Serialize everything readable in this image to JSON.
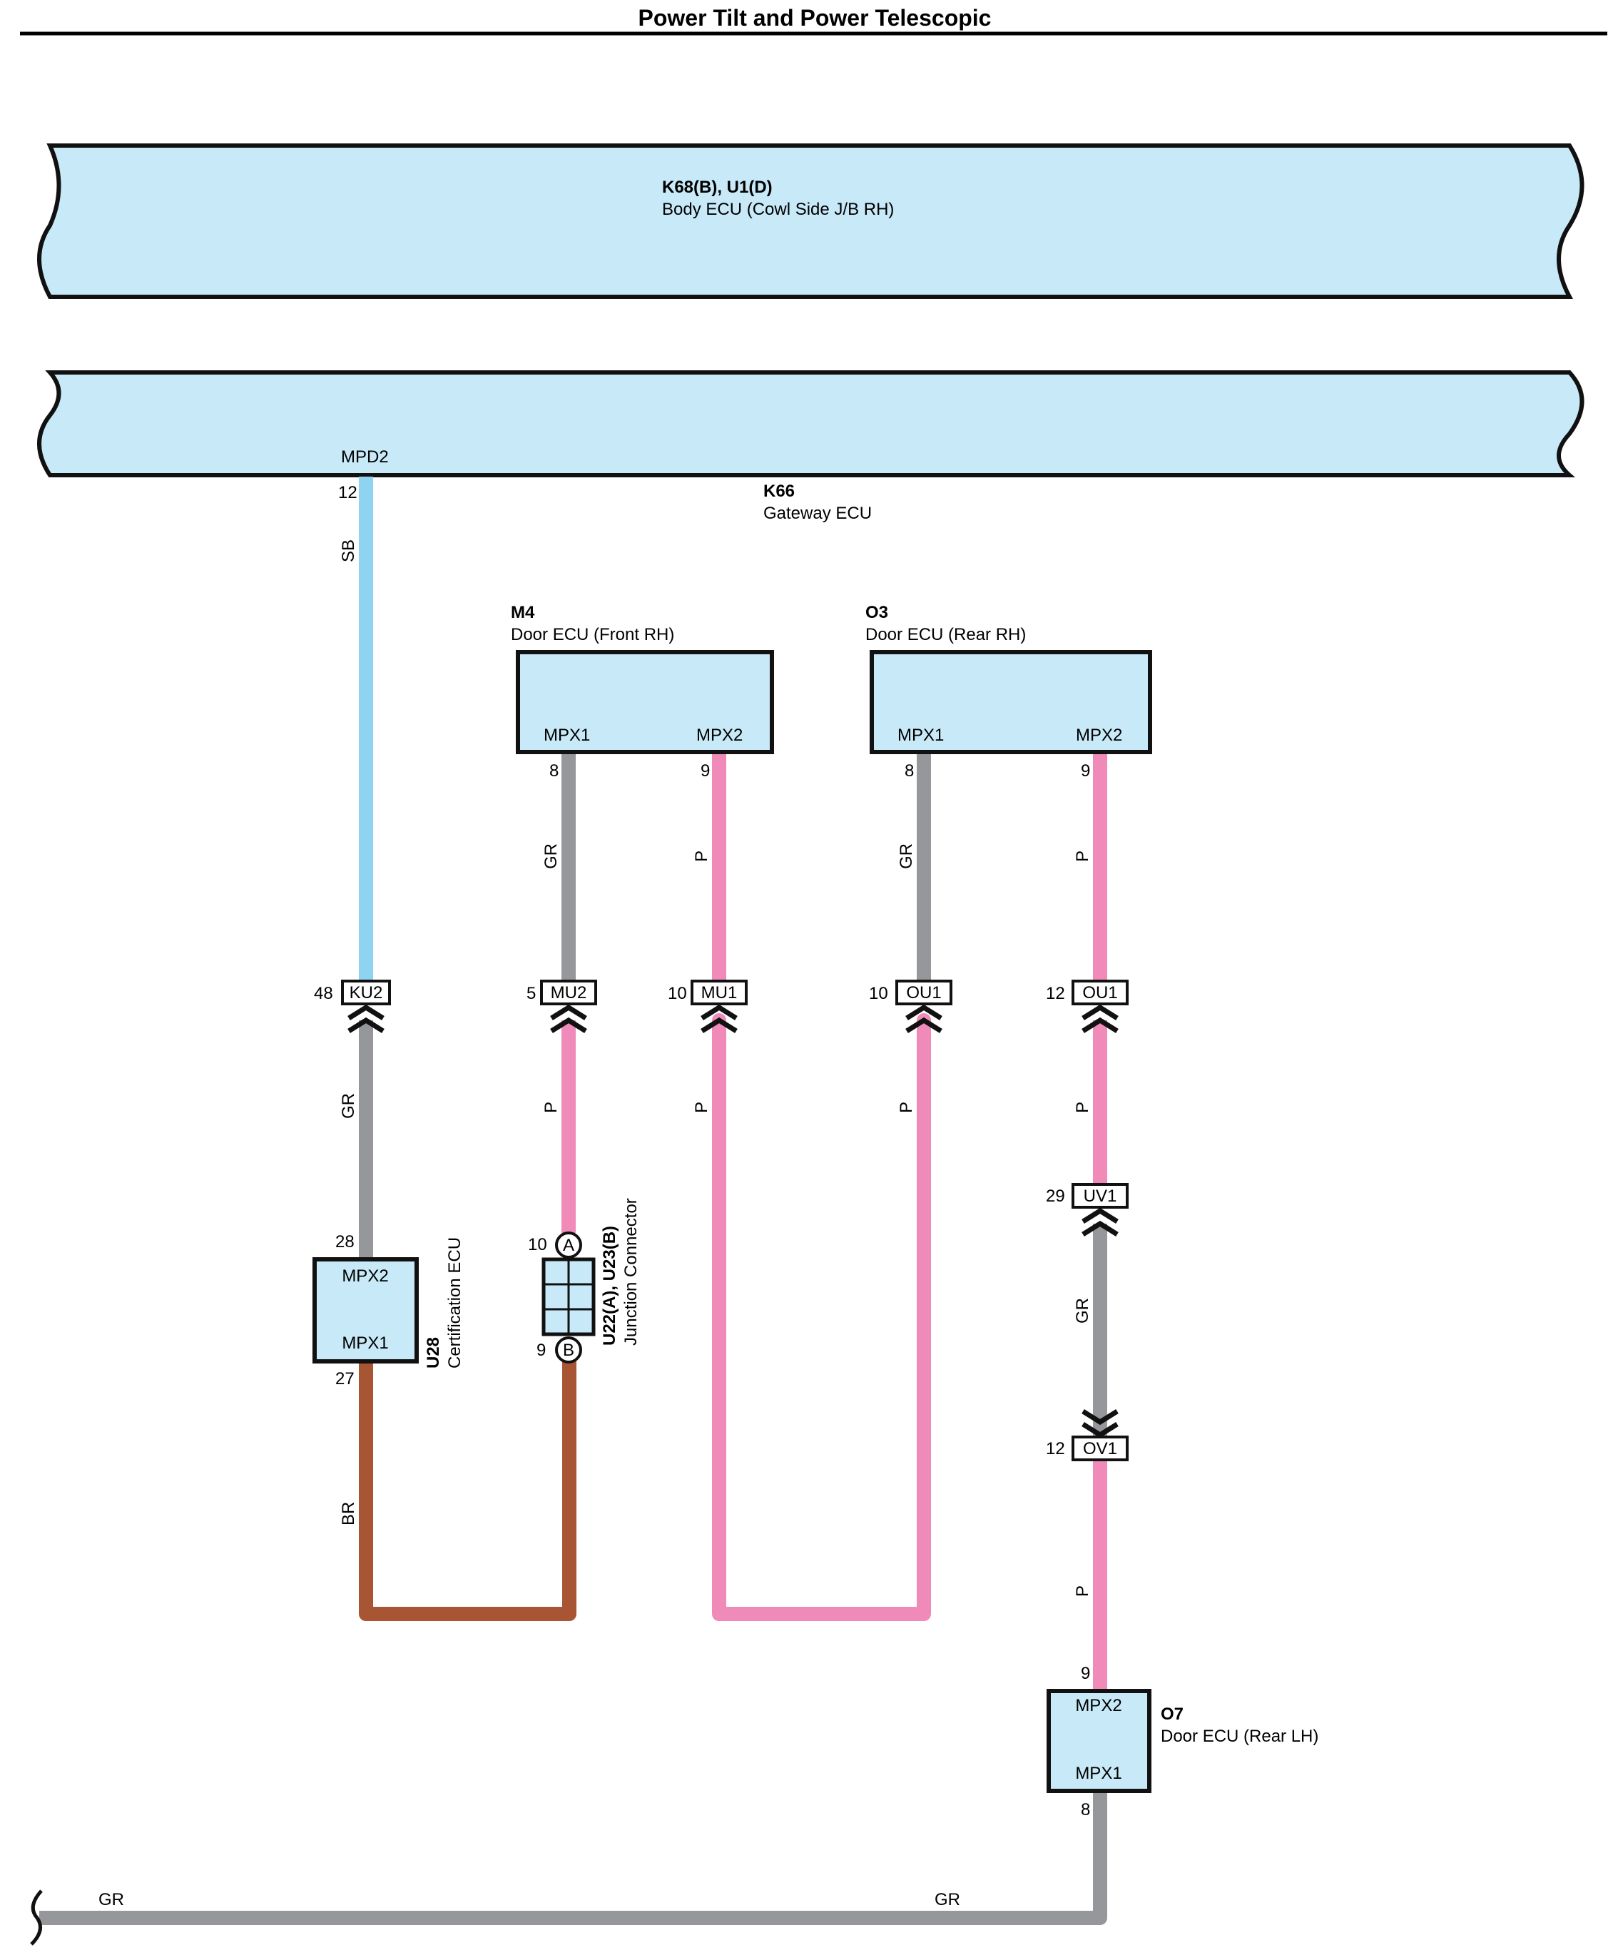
{
  "title": "Power Tilt and Power Telescopic",
  "body_ecu": {
    "code": "K68(B), U1(D)",
    "name": "Body ECU (Cowl Side J/B RH)"
  },
  "gateway_ecu": {
    "code": "K66",
    "name": "Gateway ECU",
    "terminal": "MPD2",
    "pin": "12"
  },
  "door_front_rh": {
    "code": "M4",
    "name": "Door ECU (Front RH)",
    "t1": "MPX1",
    "t2": "MPX2",
    "p1": "8",
    "p2": "9"
  },
  "door_rear_rh": {
    "code": "O3",
    "name": "Door ECU (Rear RH)",
    "t1": "MPX1",
    "t2": "MPX2",
    "p1": "8",
    "p2": "9"
  },
  "door_rear_lh": {
    "code": "O7",
    "name": "Door ECU (Rear LH)",
    "t_top": "MPX2",
    "t_bot": "MPX1",
    "p_top": "9",
    "p_bot": "8"
  },
  "cert_ecu": {
    "code": "U28",
    "name": "Certification ECU",
    "t_top": "MPX2",
    "t_bot": "MPX1",
    "p_top": "28",
    "p_bot": "27"
  },
  "junction": {
    "code": "U22(A), U23(B)",
    "name": "Junction Connector",
    "a": "A",
    "b": "B",
    "pa": "10",
    "pb": "9"
  },
  "connectors": {
    "ku2": {
      "name": "KU2",
      "pin": "48"
    },
    "mu2": {
      "name": "MU2",
      "pin": "5"
    },
    "mu1": {
      "name": "MU1",
      "pin": "10"
    },
    "ou1a": {
      "name": "OU1",
      "pin": "10"
    },
    "ou1b": {
      "name": "OU1",
      "pin": "12"
    },
    "uv1": {
      "name": "UV1",
      "pin": "29"
    },
    "ov1": {
      "name": "OV1",
      "pin": "12"
    }
  },
  "wire_colors": {
    "sb": "SB",
    "gr": "GR",
    "p": "P",
    "br": "BR"
  },
  "colors": {
    "sb": "#8fd3f2",
    "gr": "#96979b",
    "p": "#f08ab8",
    "br": "#a85533",
    "ecu_fill": "#c8e9f8"
  }
}
